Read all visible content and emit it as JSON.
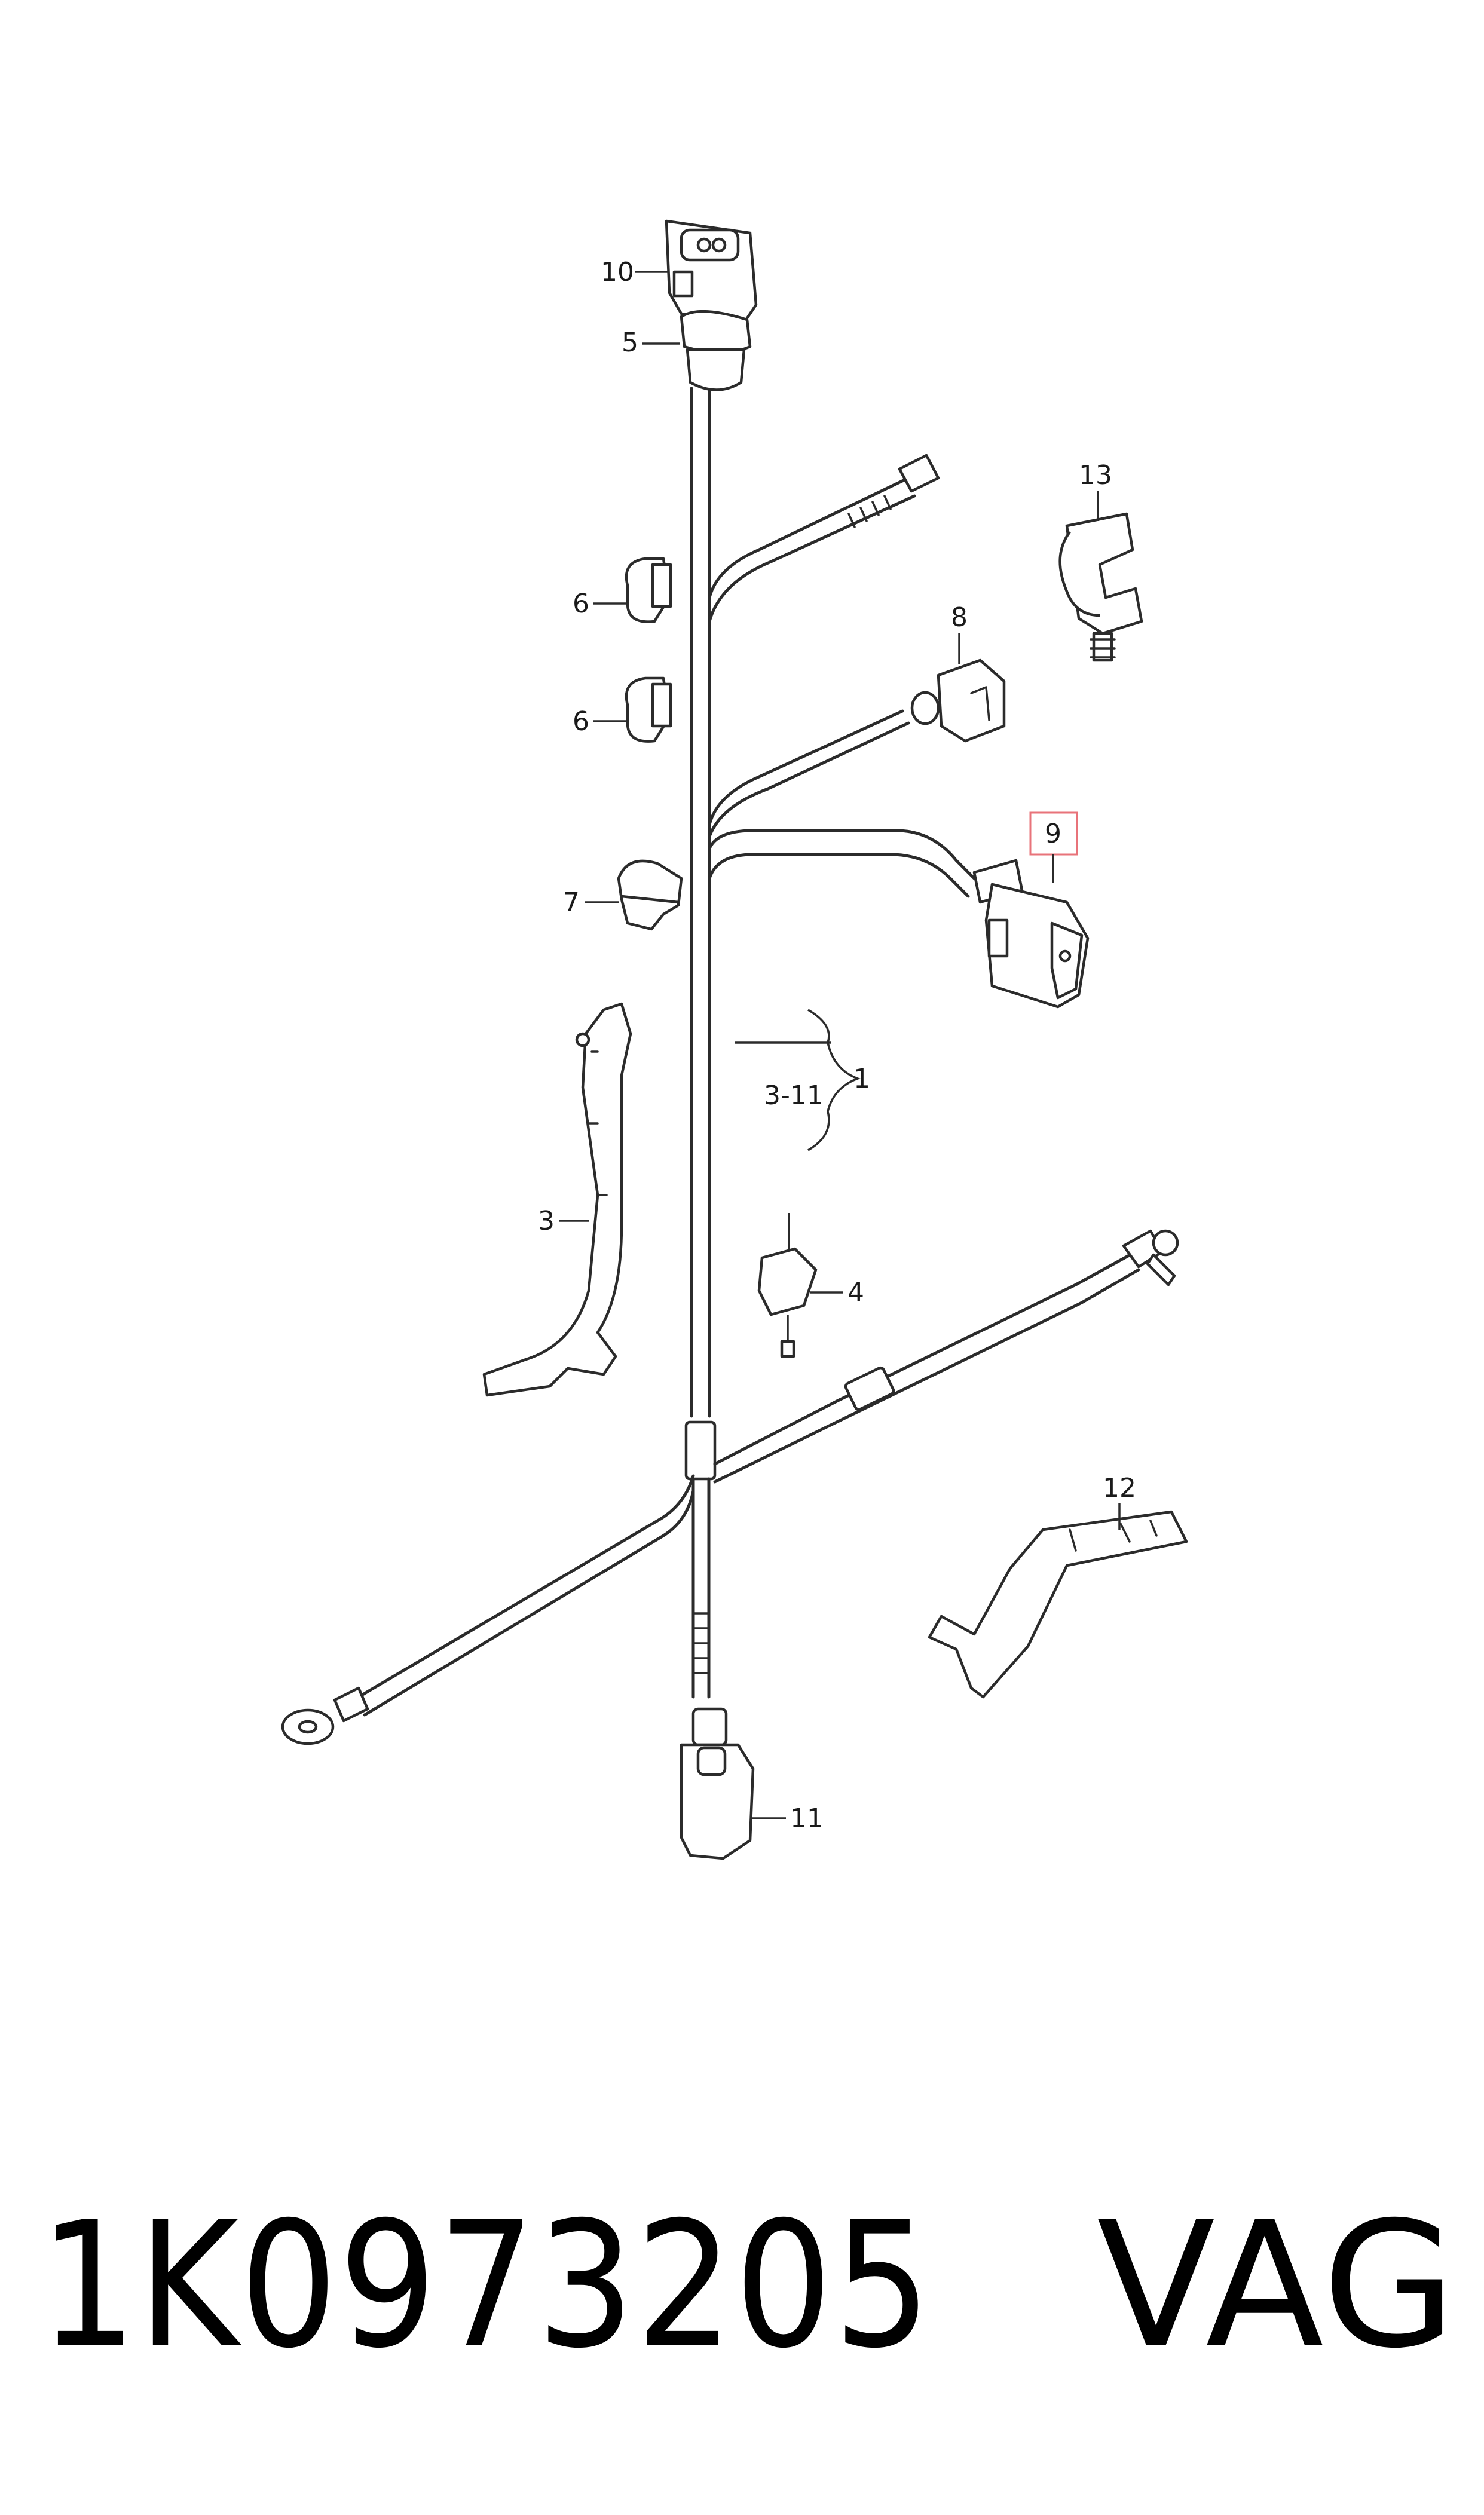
{
  "callouts": {
    "c10": "10",
    "c5": "5",
    "c13": "13",
    "c6a": "6",
    "c6b": "6",
    "c8": "8",
    "c9": "9",
    "c7": "7",
    "c1": "1",
    "c3_11": "3-11",
    "c3": "3",
    "c4": "4",
    "c12": "12",
    "c11": "11"
  },
  "footer": {
    "part_number": "1K0973205",
    "brand": "VAG"
  },
  "colors": {
    "highlight": "#e8737a",
    "line": "#2b2b2b"
  }
}
